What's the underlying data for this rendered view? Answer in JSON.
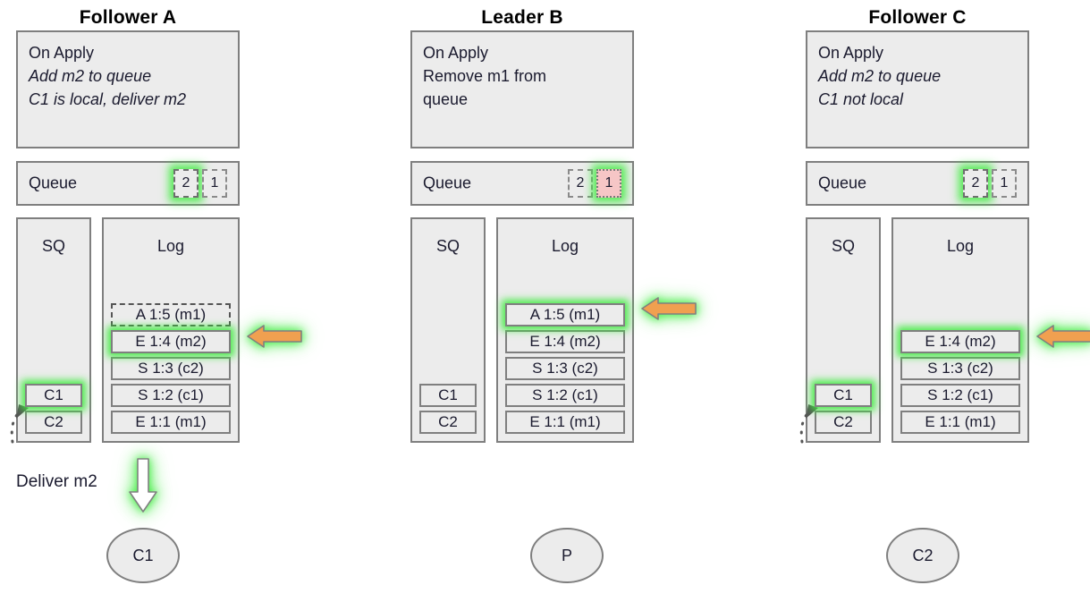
{
  "diagram": {
    "title_bar": "",
    "nodes": [
      {
        "id": "follower-a",
        "title": "Follower A",
        "on_apply": {
          "heading": "On Apply",
          "lines": [
            {
              "text": "Add m2 to queue",
              "italic": true
            },
            {
              "text": "C1 is local, deliver m2",
              "italic": true
            }
          ]
        },
        "queue": {
          "label": "Queue",
          "slots": [
            {
              "value": "2",
              "style": "glow-dashed"
            },
            {
              "value": "1",
              "style": "dashed"
            }
          ]
        },
        "sq": {
          "title": "SQ",
          "entries": [
            {
              "value": "C1",
              "style": "glow"
            },
            {
              "value": "C2",
              "style": "plain"
            }
          ]
        },
        "log": {
          "title": "Log",
          "entries": [
            {
              "value": "A 1:5 (m1)",
              "style": "dashed"
            },
            {
              "value": "E 1:4 (m2)",
              "style": "plain"
            },
            {
              "value": "S 1:3 (c2)",
              "style": "plain"
            },
            {
              "value": "S 1:2 (c1)",
              "style": "plain"
            },
            {
              "value": "E 1:1 (m1)",
              "style": "plain"
            }
          ]
        },
        "arrow_target_index": 1,
        "deliver_label": "Deliver m2",
        "client": "C1"
      },
      {
        "id": "leader-b",
        "title": "Leader B",
        "on_apply": {
          "heading": "On Apply",
          "lines": [
            {
              "text": "Remove m1 from",
              "italic": false
            },
            {
              "text": "queue",
              "italic": false
            }
          ]
        },
        "queue": {
          "label": "Queue",
          "slots": [
            {
              "value": "2",
              "style": "dashed"
            },
            {
              "value": "1",
              "style": "glow-dotted-pink"
            }
          ]
        },
        "sq": {
          "title": "SQ",
          "entries": [
            {
              "value": "C1",
              "style": "plain"
            },
            {
              "value": "C2",
              "style": "plain"
            }
          ]
        },
        "log": {
          "title": "Log",
          "entries": [
            {
              "value": "A 1:5 (m1)",
              "style": "plain"
            },
            {
              "value": "E 1:4 (m2)",
              "style": "plain"
            },
            {
              "value": "S 1:3 (c2)",
              "style": "plain"
            },
            {
              "value": "S 1:2 (c1)",
              "style": "plain"
            },
            {
              "value": "E 1:1 (m1)",
              "style": "plain"
            }
          ]
        },
        "arrow_target_index": 0,
        "deliver_label": "",
        "client": "P"
      },
      {
        "id": "follower-c",
        "title": "Follower C",
        "on_apply": {
          "heading": "On Apply",
          "lines": [
            {
              "text": "Add m2 to queue",
              "italic": true
            },
            {
              "text": "C1 not local",
              "italic": true
            }
          ]
        },
        "queue": {
          "label": "Queue",
          "slots": [
            {
              "value": "2",
              "style": "glow-dashed"
            },
            {
              "value": "1",
              "style": "dashed"
            }
          ]
        },
        "sq": {
          "title": "SQ",
          "entries": [
            {
              "value": "C1",
              "style": "glow"
            },
            {
              "value": "C2",
              "style": "plain"
            }
          ]
        },
        "log": {
          "title": "Log",
          "entries": [
            {
              "value": "E 1:4 (m2)",
              "style": "plain"
            },
            {
              "value": "S 1:3 (c2)",
              "style": "plain"
            },
            {
              "value": "S 1:2 (c1)",
              "style": "plain"
            },
            {
              "value": "E 1:1 (m1)",
              "style": "plain"
            }
          ]
        },
        "arrow_target_index": 0,
        "deliver_label": "",
        "client": "C2"
      }
    ],
    "colors": {
      "panel_fill": "#ececec",
      "panel_border": "#7f7f7f",
      "arrow_orange": "#f0a050",
      "glow_green": "#3ceb3c",
      "queue_highlight_pink": "#f6c6c6",
      "text": "#1a1a2e"
    }
  }
}
